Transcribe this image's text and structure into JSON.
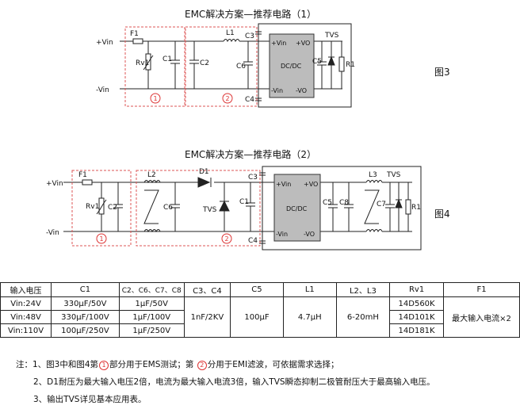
{
  "fig1": {
    "title": "EMC解决方案—推荐电路（1）",
    "label": "图3",
    "in_pos": "+Vin",
    "in_neg": "-Vin",
    "parts": {
      "f1": "F1",
      "rv1": "Rv1",
      "c1": "C1",
      "c2": "C2",
      "l1": "L1",
      "c6": "C6",
      "c3": "C3",
      "c4": "C4",
      "c5": "C5",
      "tvs": "TVS",
      "r1": "R1"
    },
    "module": {
      "vin_pos": "+Vin",
      "vin_neg": "-Vin",
      "vo_pos": "+VO",
      "vo_neg": "-VO",
      "name": "DC/DC"
    },
    "zone1": "1",
    "zone2": "2"
  },
  "fig2": {
    "title": "EMC解决方案—推荐电路（2）",
    "label": "图4",
    "in_pos": "+Vin",
    "in_neg": "-Vin",
    "parts": {
      "f1": "F1",
      "rv1": "Rv1",
      "c2": "C2",
      "l2": "L2",
      "c6": "C6",
      "d1": "D1",
      "tvs_in": "TVS",
      "c1": "C1",
      "c3": "C3",
      "c4": "C4",
      "c5": "C5",
      "c8": "C8",
      "l3": "L3",
      "c7": "C7",
      "tvs": "TVS",
      "r1": "R1"
    },
    "module": {
      "vin_pos": "+Vin",
      "vin_neg": "-Vin",
      "vo_pos": "+VO",
      "vo_neg": "-VO",
      "name": "DC/DC"
    },
    "zone1": "1",
    "zone2": "2"
  },
  "table": {
    "headers": [
      "输入电压",
      "C1",
      "C2、C6、C7、C8",
      "C3、C4",
      "C5",
      "L1",
      "L2、L3",
      "Rv1",
      "F1"
    ],
    "rows": [
      [
        "Vin:24V",
        "330μF/50V",
        "1μF/50V",
        "14D560K"
      ],
      [
        "Vin:48V",
        "330μF/100V",
        "1μF/100V",
        "14D101K"
      ],
      [
        "Vin:110V",
        "100μF/250V",
        "1μF/250V",
        "14D181K"
      ]
    ],
    "merged": {
      "c3c4": "1nF/2KV",
      "c5": "100μF",
      "l1": "4.7μH",
      "l2l3": "6-20mH",
      "f1": "最大输入电流×2"
    }
  },
  "notes": {
    "n1_a": "注：1、图3中和图4第",
    "n1_c1": "1",
    "n1_b": "部分用于EMS测试；第",
    "n1_c2": "2",
    "n1_c": "分用于EMI滤波，可依据需求选择；",
    "n2": "2、D1耐压为最大输入电压2倍，电流为最大输入电流3倍，输入TVS瞬态抑制二极管耐压大于最高输入电压。",
    "n3": "3、输出TVS详见基本应用表。"
  }
}
